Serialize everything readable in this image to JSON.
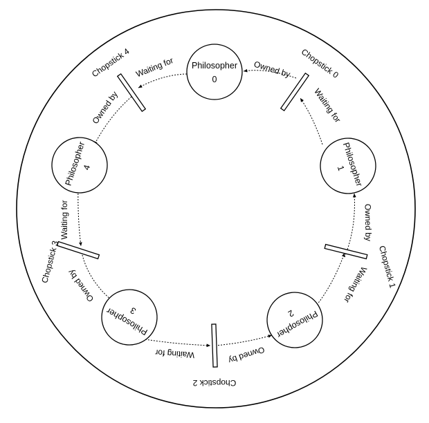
{
  "philosophers": [
    {
      "line1": "Philosopher",
      "line2": "0"
    },
    {
      "line1": "Philosopher",
      "line2": "1"
    },
    {
      "line1": "Philosopher",
      "line2": "2"
    },
    {
      "line1": "Philosopher",
      "line2": "3"
    },
    {
      "line1": "Philosopher",
      "line2": "4"
    }
  ],
  "chopsticks": [
    "Chopstick 0",
    "Chopstick 1",
    "Chopstick 2",
    "Chopstick 3",
    "Chopstick 4"
  ],
  "relations": {
    "owned_by": "Owned by",
    "waiting_for": "Waiting for"
  }
}
